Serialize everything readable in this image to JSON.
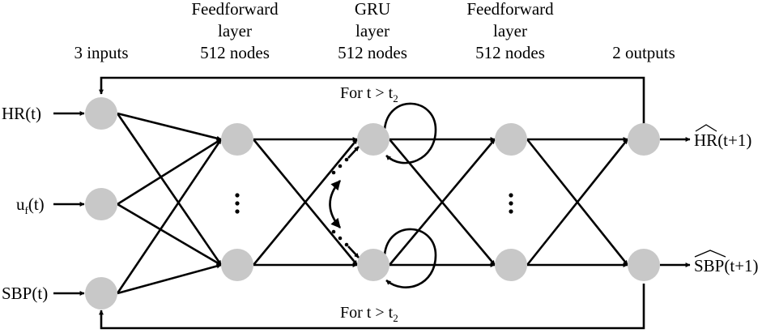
{
  "headers": {
    "inputs": "3 inputs",
    "ff1": [
      "Feedforward",
      "layer",
      "512 nodes"
    ],
    "gru": [
      "GRU",
      "layer",
      "512 nodes"
    ],
    "ff2": [
      "Feedforward",
      "layer",
      "512 nodes"
    ],
    "outputs": "2 outputs"
  },
  "inputs": [
    {
      "base": "HR",
      "sub": "",
      "arg": "(t)"
    },
    {
      "base": "u",
      "sub": "f",
      "arg": "(t)"
    },
    {
      "base": "SBP",
      "sub": "",
      "arg": "(t)"
    }
  ],
  "outputs": [
    {
      "hat": "HR",
      "rest": "(t+1)"
    },
    {
      "hat": "SBP",
      "rest": "(t+1)"
    }
  ],
  "conditions": {
    "top": {
      "main": "For t > t",
      "sub": "2"
    },
    "bottom": {
      "main": "For t > t",
      "sub": "2"
    }
  },
  "ellipsis": "⋮"
}
